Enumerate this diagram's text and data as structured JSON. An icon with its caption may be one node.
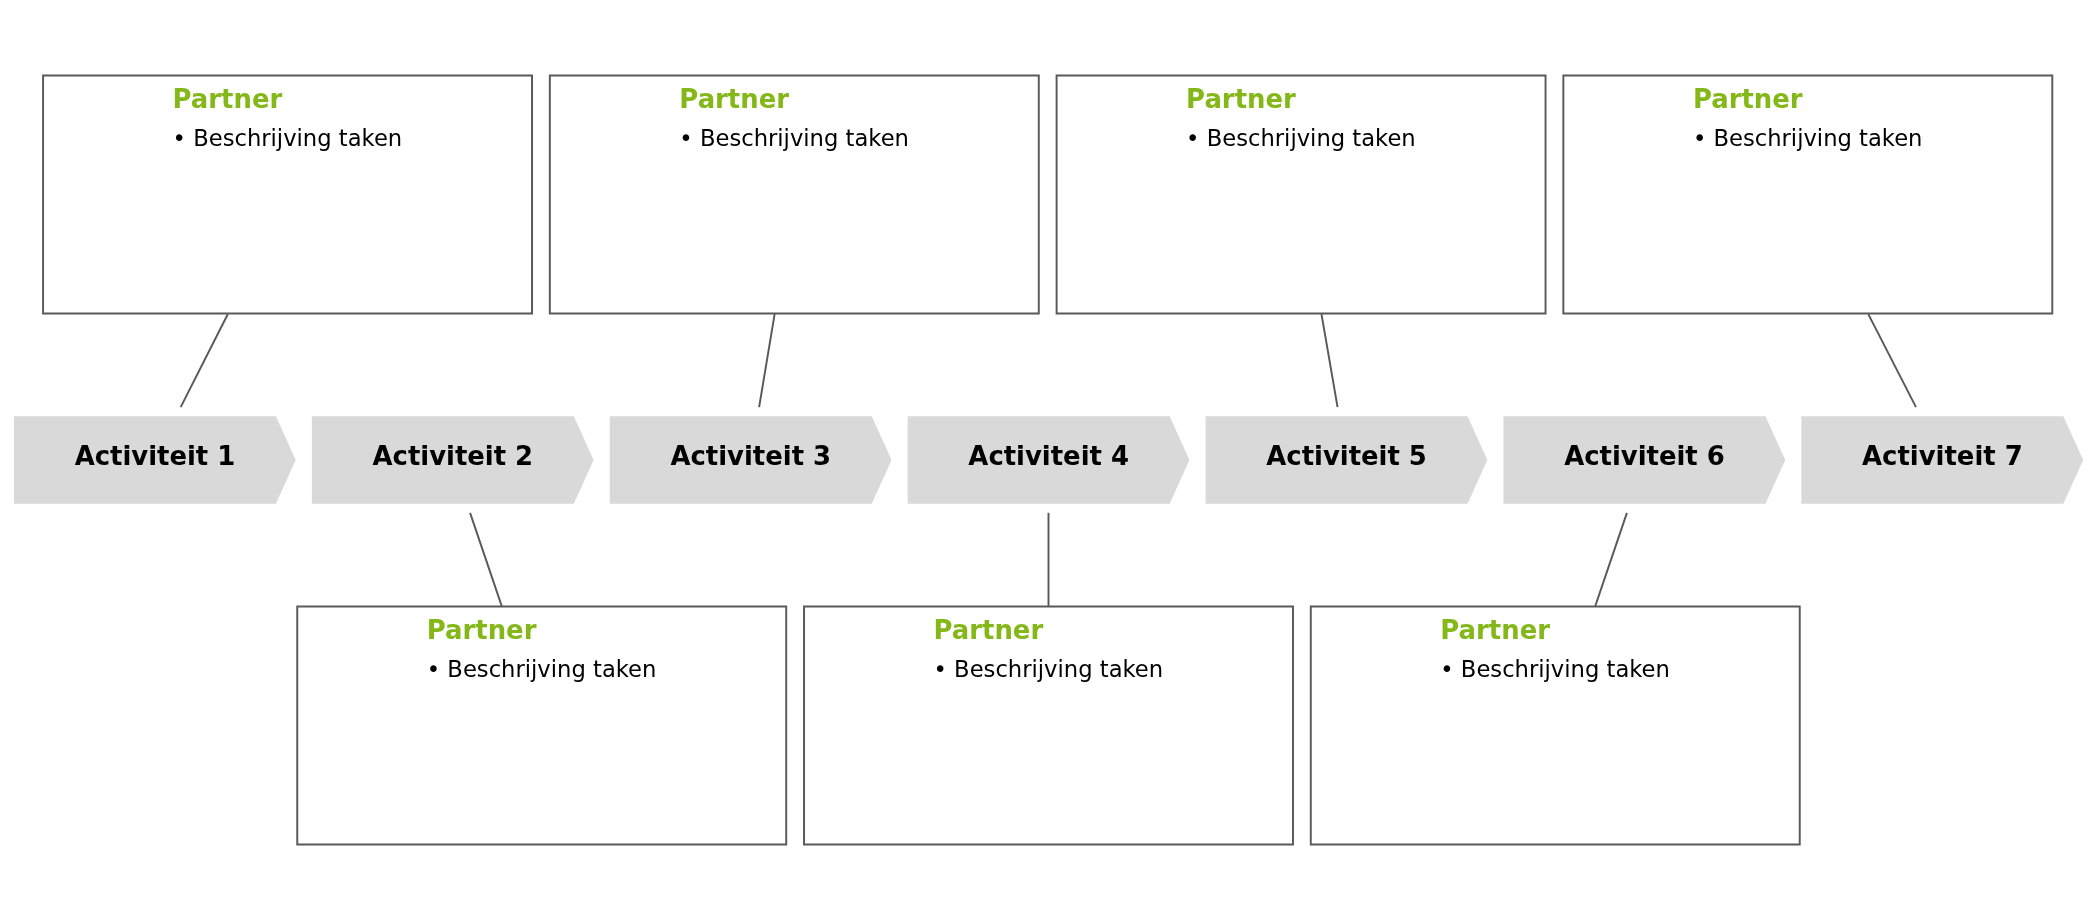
{
  "diagram": {
    "nodes": [
      {
        "text": [
          "Partner",
          "• Beschrijving taken"
        ]
      },
      {
        "text": [
          "Partner",
          "• Beschrijving taken"
        ]
      },
      {
        "text": [
          "Partner",
          "• Beschrijving taken"
        ]
      },
      {
        "text": [
          "Partner",
          "• Beschrijving taken"
        ]
      },
      {
        "text": [
          "Activiteit 1"
        ]
      },
      {
        "text": [
          "Activiteit 2"
        ]
      },
      {
        "text": [
          "Activiteit 3"
        ]
      },
      {
        "text": [
          "Activiteit 4"
        ]
      },
      {
        "text": [
          "Activiteit 5"
        ]
      },
      {
        "text": [
          "Activiteit 6"
        ]
      },
      {
        "text": [
          "Activiteit 7"
        ]
      },
      {
        "text": [
          "Partner",
          "• Beschrijving taken"
        ]
      },
      {
        "text": [
          "Partner",
          "• Beschrijving taken"
        ]
      },
      {
        "text": [
          "Partner",
          "• Beschrijving taken"
        ]
      }
    ],
    "edges": [
      {
        "from": 0,
        "to": 4,
        "arrow": "none"
      },
      {
        "from": 1,
        "to": 6,
        "arrow": "none"
      },
      {
        "from": 2,
        "to": 8,
        "arrow": "none"
      },
      {
        "from": 3,
        "to": 10,
        "arrow": "none"
      },
      {
        "from": 5,
        "to": 11,
        "arrow": "none"
      },
      {
        "from": 7,
        "to": 12,
        "arrow": "none"
      },
      {
        "from": 9,
        "to": 13,
        "arrow": "none"
      }
    ]
  }
}
